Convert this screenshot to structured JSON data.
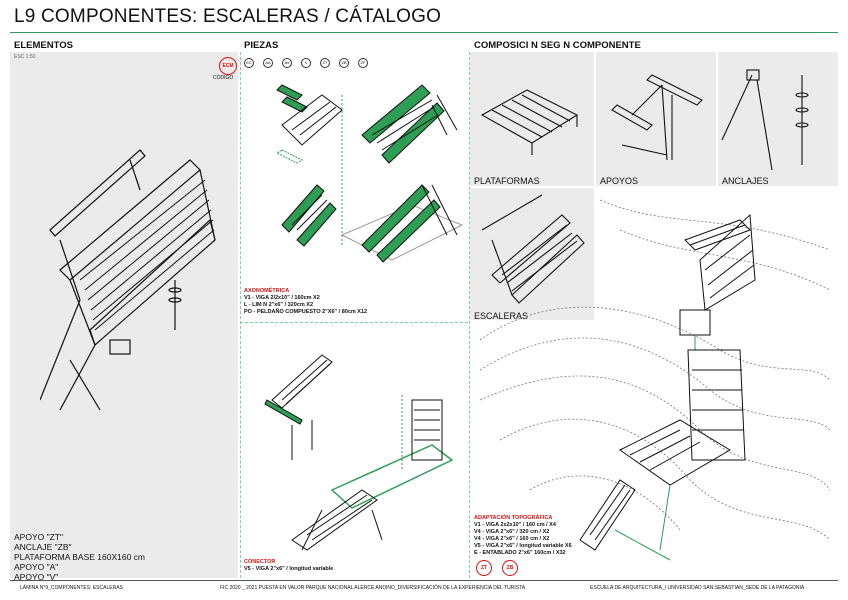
{
  "title": "L9 COMPONENTES: ESCALERAS / CÁTALOGO",
  "sections": {
    "elementos": "ELEMENTOS",
    "piezas": "PIEZAS",
    "composicion": "COMPOSICI N SEG N COMPONENTE"
  },
  "scale_note": "ESC 1:50",
  "codigo": {
    "badge": "ECM",
    "label": "CODIGO"
  },
  "piece_codes": [
    "EC",
    "AA",
    "AV",
    "V",
    "ZT",
    "ZB",
    "ZF"
  ],
  "elements_list": [
    "APOYO \"ZT\"",
    "ANCLAJE \"ZB\"",
    "PLATAFORMA BASE 160X160 cm",
    "APOYO \"A\"",
    "APOYO \"V\""
  ],
  "axonometrica": {
    "title": "AXONOMÉTRICA",
    "lines": [
      "V1 - VIGA 2/2x10\" / 160cm X2",
      "L - LIM N 2\"x6\" / 320cm X2",
      "PO - PELDAÑO COMPUESTO 2\"X6\" / 80cm X12"
    ]
  },
  "conector": {
    "title": "CONECTOR",
    "lines": [
      "V5 - VIGA 2\"x6\" / longitud variable"
    ]
  },
  "adaptacion": {
    "title": "ADAPTACIÓN TOPOGRÁFICA",
    "lines": [
      "V1 - VIGA 2x2x10\" / 160 cm / X4",
      "V4 - VIGA 2\"x6\" / 320 cm / X2",
      "V4 - VIGA 2\"x6\" / 160 cm / X2",
      "V5 - VIGA 2\"x6\" / longitud variable X6",
      "E - ENTABLADO 2\"x6\" 160cm / X32"
    ],
    "badges": [
      "ZT",
      "ZB"
    ]
  },
  "component_labels": [
    "PLATAFORMAS",
    "APOYOS",
    "ANCLAJES",
    "ESCALERAS"
  ],
  "footer": {
    "sheet": "LÁMINA N°9_COMPONENTES: ESCALERAS",
    "project": "FIC 2020 _ 2021 PUESTA EN VALOR PARQUE NACIONAL ALERCE ANDINO_DIVERSIFICACIÓN DE LA EXPERIENCIA DEL TURISTA",
    "school": "ESCUELA DE ARQUITECTURA_I UNIVERSIDAD SAN SEBASTIAN_SEDE DE LA PATAGONIA"
  },
  "colors": {
    "accent": "#2e9e55",
    "red": "#d11111",
    "panel_gray": "#ebebeb"
  }
}
